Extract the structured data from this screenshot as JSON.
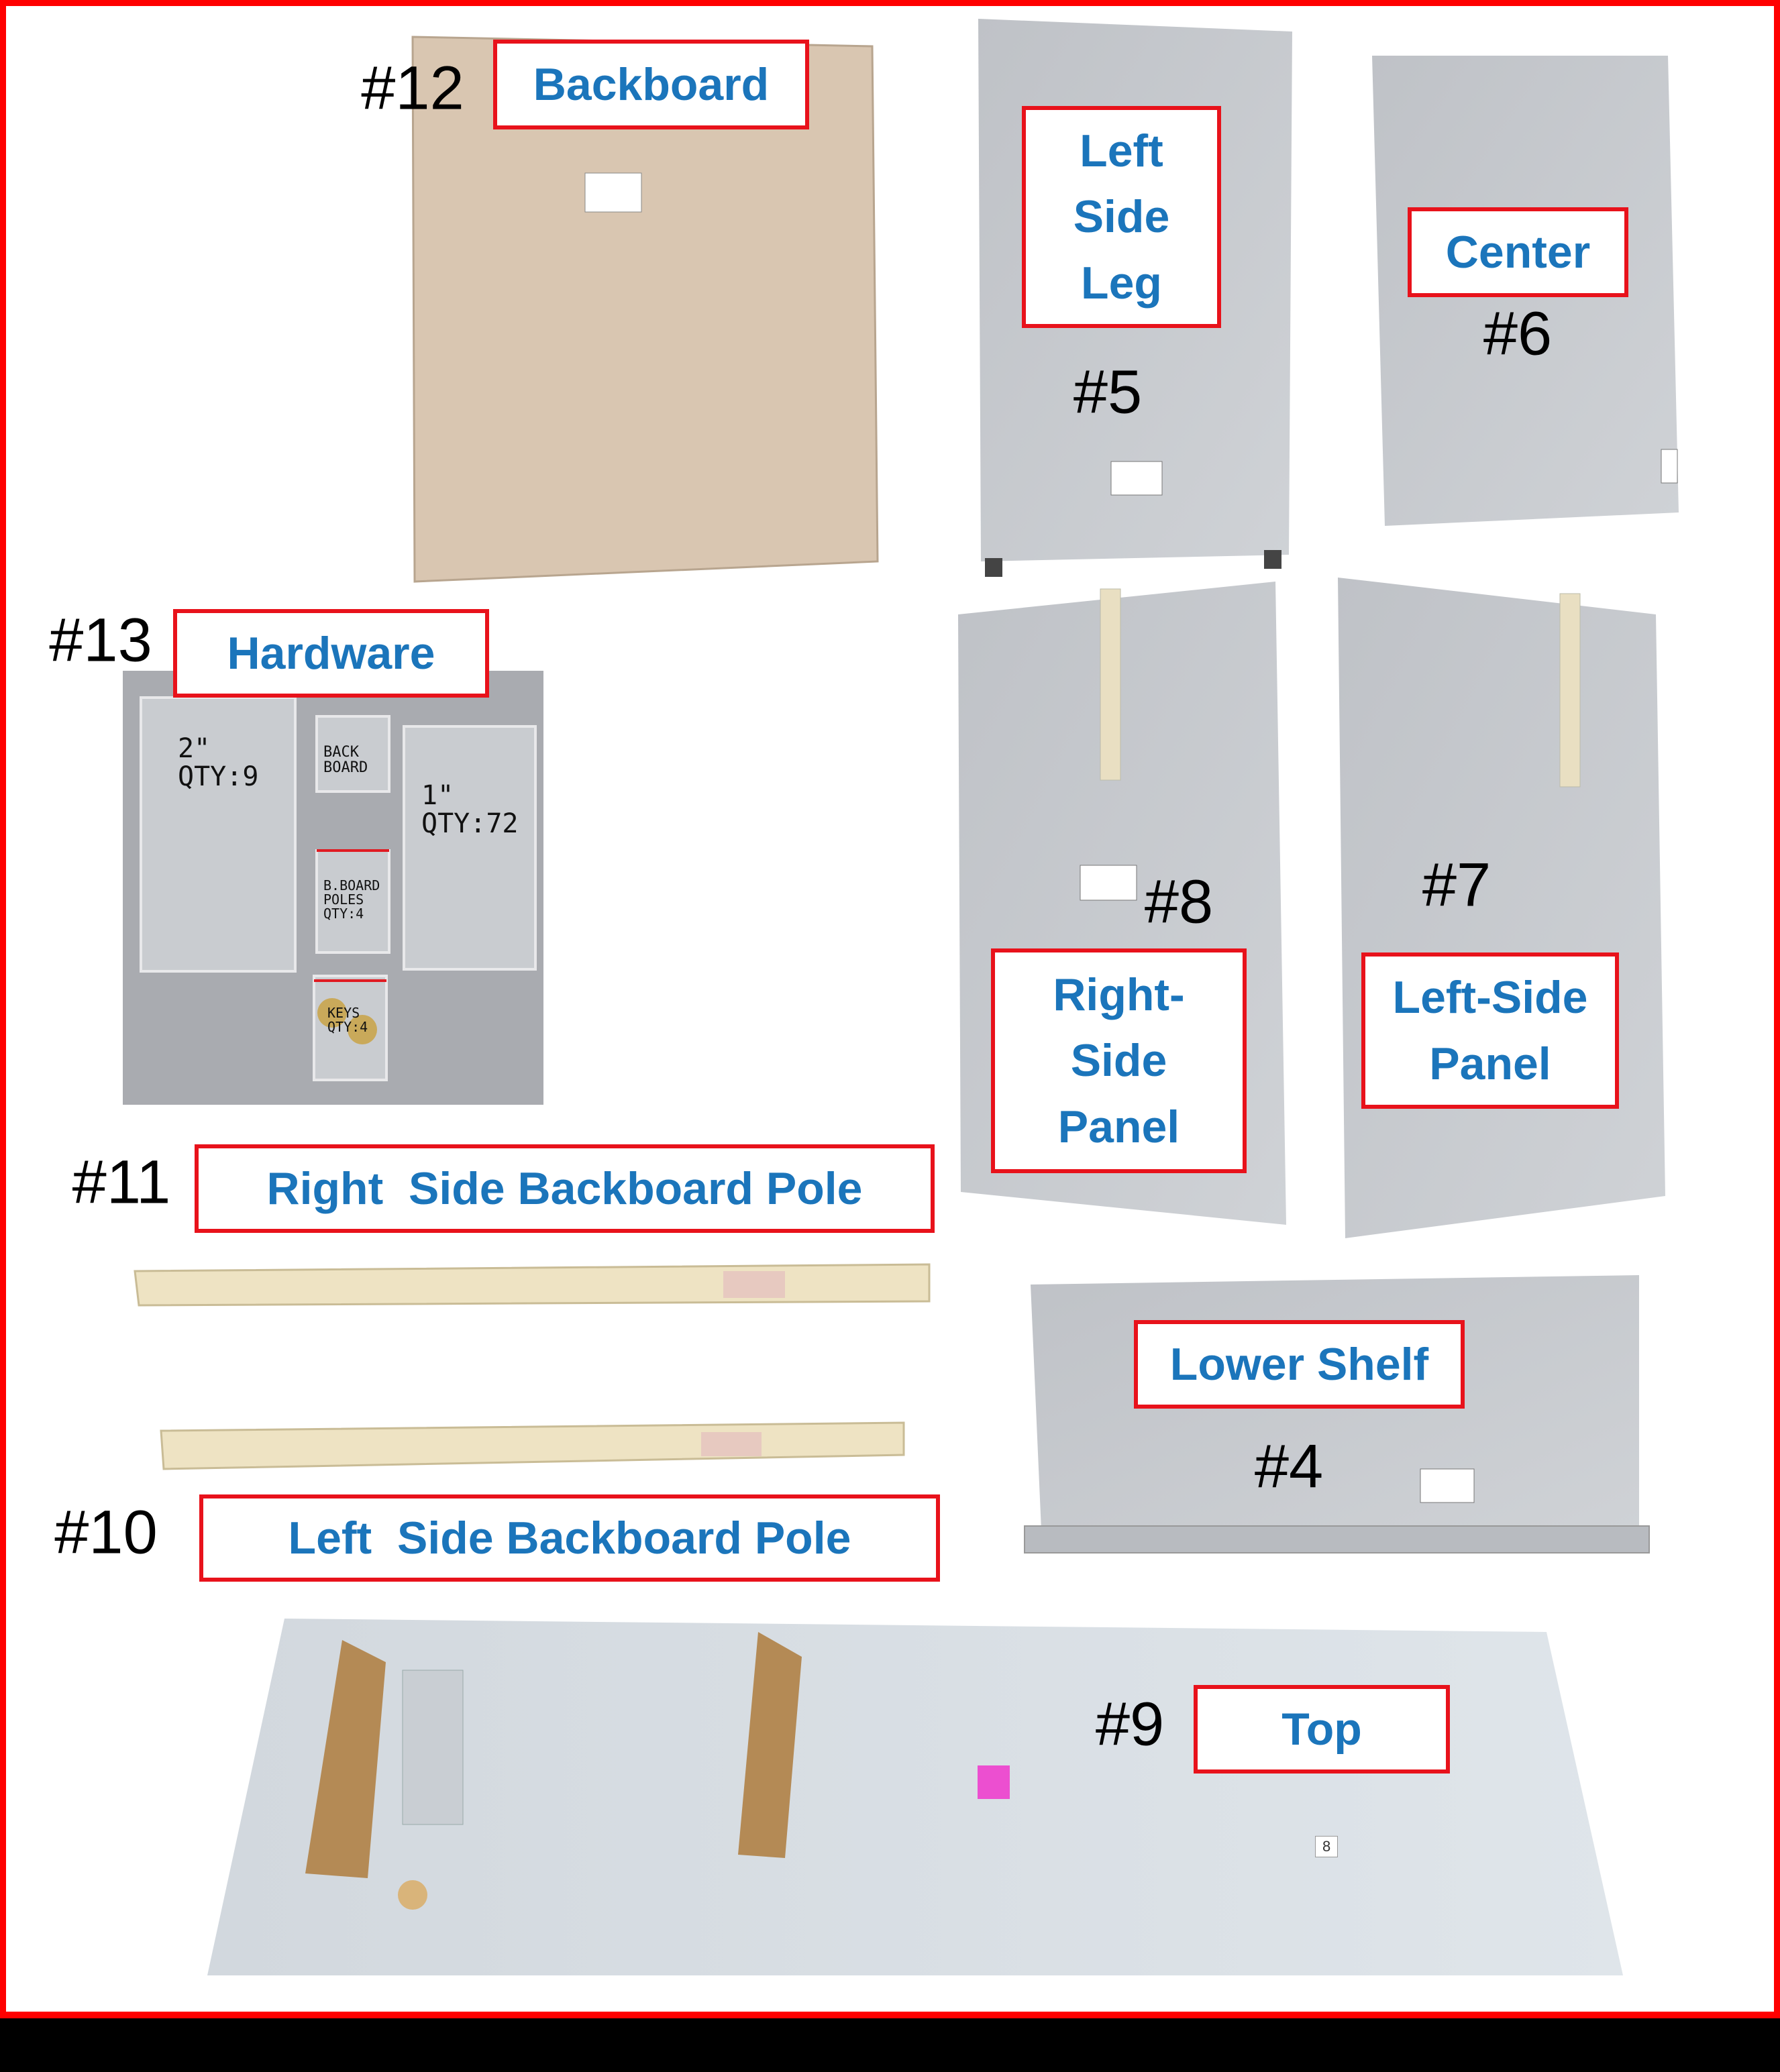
{
  "colors": {
    "frame": "#ff0000",
    "label_border": "#e8121b",
    "label_text": "#1b75bb",
    "panel": "#c4c7cc",
    "backboard": "#d9c6b1",
    "wood": "#eee3c3"
  },
  "parts": [
    {
      "number": "#12",
      "label": "Backboard"
    },
    {
      "number": "#5",
      "label": "Left\nSide\nLeg"
    },
    {
      "number": "#6",
      "label": "Center"
    },
    {
      "number": "#13",
      "label": "Hardware"
    },
    {
      "number": "#8",
      "label": "Right-\nSide\nPanel"
    },
    {
      "number": "#7",
      "label": "Left-Side\nPanel"
    },
    {
      "number": "#11",
      "label": "Right  Side Backboard Pole"
    },
    {
      "number": "#10",
      "label": "Left  Side Backboard Pole"
    },
    {
      "number": "#4",
      "label": "Lower Shelf"
    },
    {
      "number": "#9",
      "label": "Top"
    }
  ],
  "hardware_bags": [
    {
      "text": "2\"\nQTY:9"
    },
    {
      "text": "BACK\nBOARD"
    },
    {
      "text": "1\"\nQTY:72"
    },
    {
      "text": "B.BOARD\nPOLES\nQTY:4"
    },
    {
      "text": "KEYS\nQTY:4"
    }
  ],
  "top_sticker": "8"
}
